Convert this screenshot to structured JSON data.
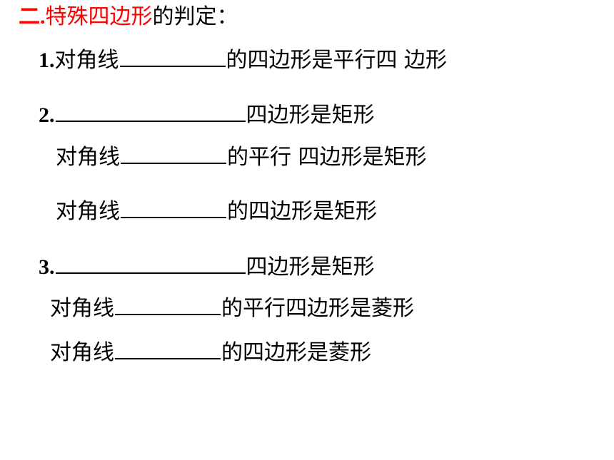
{
  "heading": {
    "prefix": "二.",
    "highlight": "特殊四边形",
    "suffix": "的判定："
  },
  "items": [
    {
      "num": "1.",
      "before": "对角线",
      "after": "的四边形是平行四 边形"
    },
    {
      "num": "2.",
      "before": "",
      "after": "四边形是矩形"
    },
    {
      "num": "",
      "before": "对角线",
      "after": "的平行 四边形是矩形"
    },
    {
      "num": "",
      "before": "对角线",
      "after": "的四边形是矩形"
    },
    {
      "num": "3.",
      "before": "",
      "after": "四边形是矩形"
    },
    {
      "num": "",
      "before": "对角线",
      "after": "的平行四边形是菱形"
    },
    {
      "num": "",
      "before": "对角线",
      "after": "的四边形是菱形"
    }
  ],
  "colors": {
    "accent": "#ff0000",
    "text": "#000000",
    "background": "#ffffff"
  }
}
